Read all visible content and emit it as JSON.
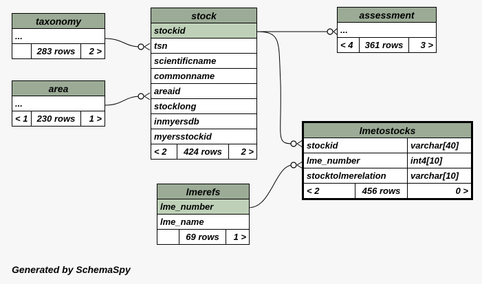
{
  "tables": {
    "taxonomy": {
      "name": "taxonomy",
      "rows": [
        "..."
      ],
      "footer": {
        "left": "",
        "count": "283 rows",
        "right": "2 >"
      }
    },
    "area": {
      "name": "area",
      "rows": [
        "..."
      ],
      "footer": {
        "left": "< 1",
        "count": "230 rows",
        "right": "1 >"
      }
    },
    "stock": {
      "name": "stock",
      "rows": [
        "stockid",
        "tsn",
        "scientificname",
        "commonname",
        "areaid",
        "stocklong",
        "inmyersdb",
        "myersstockid"
      ],
      "footer": {
        "left": "< 2",
        "count": "424 rows",
        "right": "2 >"
      }
    },
    "assessment": {
      "name": "assessment",
      "rows": [
        "..."
      ],
      "footer": {
        "left": "< 4",
        "count": "361 rows",
        "right": "3 >"
      }
    },
    "lmetostocks": {
      "name": "lmetostocks",
      "rows": [
        {
          "col": "stockid",
          "type": "varchar[40]"
        },
        {
          "col": "lme_number",
          "type": "int4[10]"
        },
        {
          "col": "stocktolmerelation",
          "type": "varchar[10]"
        }
      ],
      "footer": {
        "left": "< 2",
        "count": "456 rows",
        "right": "0 >"
      }
    },
    "lmerefs": {
      "name": "lmerefs",
      "rows": [
        "lme_number",
        "lme_name"
      ],
      "footer": {
        "left": "",
        "count": "69 rows",
        "right": "1 >"
      }
    }
  },
  "footer_text": "Generated by SchemaSpy",
  "colors": {
    "header": "#9bab96",
    "key_row": "#bed1b8",
    "background": "#f7f7f7"
  }
}
